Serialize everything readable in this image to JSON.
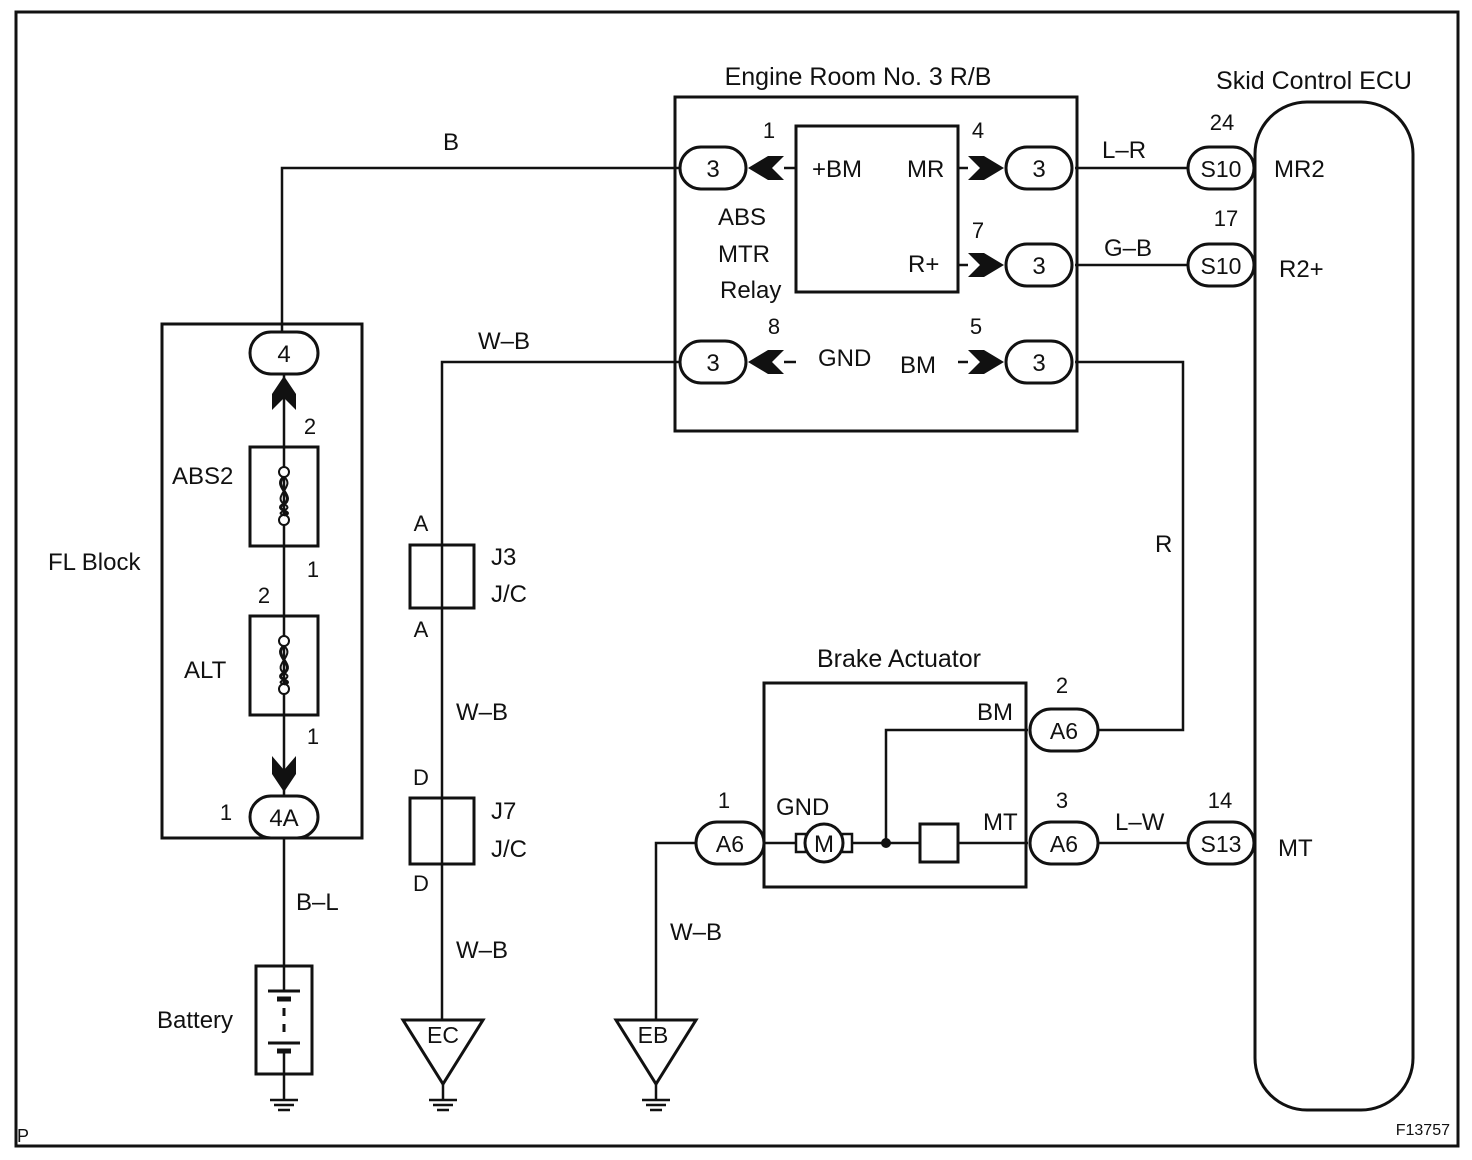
{
  "figure_id": "F13757",
  "corner_mark": "P",
  "components": {
    "engine_room_rb": "Engine Room No. 3 R/B",
    "skid_control_ecu": "Skid Control ECU",
    "fl_block": "FL Block",
    "battery": "Battery",
    "brake_actuator": "Brake Actuator",
    "relay_line1": "ABS",
    "relay_line2": "MTR",
    "relay_line3": "Relay"
  },
  "relay_terminals": {
    "bm_plus": "+BM",
    "mr": "MR",
    "r_plus": "R+",
    "gnd": "GND",
    "bm": "BM"
  },
  "relay_pins": {
    "p1": "1",
    "p4": "4",
    "p7": "7",
    "p8": "8",
    "p5": "5"
  },
  "connectors": {
    "rb_3": "3",
    "s10": "S10",
    "s13": "S13",
    "a6": "A6",
    "fl_4": "4",
    "fl_4a": "4A"
  },
  "ecu_pins": {
    "p24": "24",
    "p17": "17",
    "p14": "14"
  },
  "ecu_terminals": {
    "mr2": "MR2",
    "r2plus": "R2+",
    "mt": "MT"
  },
  "wires": {
    "b": "B",
    "l_r": "L–R",
    "g_b": "G–B",
    "w_b": "W–B",
    "r": "R",
    "l_w": "L–W",
    "b_l": "B–L"
  },
  "fuses": {
    "abs2": "ABS2",
    "alt": "ALT"
  },
  "fuse_pins": {
    "two": "2",
    "one": "1"
  },
  "fl_pin_1": "1",
  "junctions": {
    "j3": "J3",
    "j7": "J7",
    "jc": "J/C",
    "a": "A",
    "d": "D"
  },
  "actuator": {
    "bm": "BM",
    "gnd": "GND",
    "mt": "MT",
    "motor": "M",
    "pin2": "2",
    "pin1": "1",
    "pin3": "3"
  },
  "grounds": {
    "ec": "EC",
    "eb": "EB"
  }
}
